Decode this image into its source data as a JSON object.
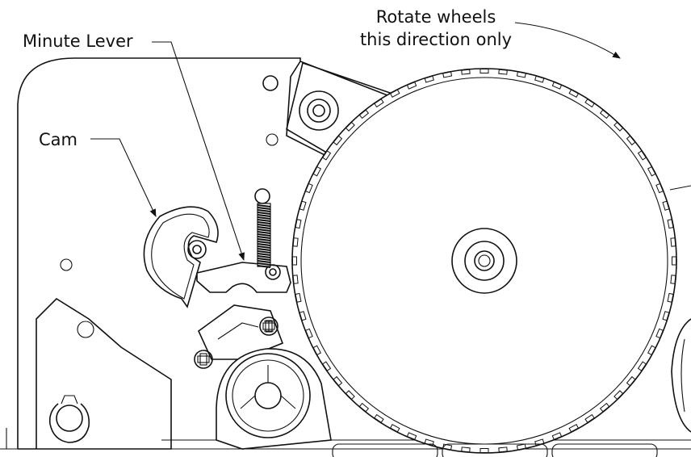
{
  "labels": {
    "rotate_line1": "Rotate wheels",
    "rotate_line2": "this direction only",
    "minute_lever": "Minute Lever",
    "cam": "Cam"
  },
  "colors": {
    "line": "#111111",
    "background": "#ffffff"
  }
}
